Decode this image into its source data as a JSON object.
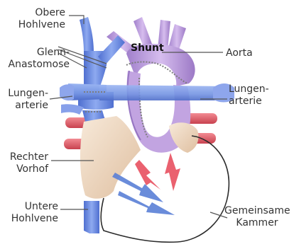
{
  "labels": {
    "obere_hohlvene": [
      "Obere",
      "Hohlvene"
    ],
    "glenn_anastomose": [
      "Glenn-",
      "Anastomose"
    ],
    "lungenarterie_left": [
      "Lungen-",
      "arterie"
    ],
    "rechter_vorhof": [
      "Rechter",
      "Vorhof"
    ],
    "untere_hohlvene": [
      "Untere",
      "Hohlvene"
    ],
    "shunt": "Shunt",
    "aorta": "Aorta",
    "lungenarterie_right": [
      "Lungen-",
      "arterie"
    ],
    "gemeinsame_kammer": [
      "Gemeinsame",
      "Kammer"
    ]
  },
  "colors": {
    "vein_blue": "#6f8fe0",
    "aorta_violet": "#b99ad8",
    "muscle_red": "#e2626d",
    "atrium_tan": "#f1dcc6",
    "heart_outline": "#2b2b2b",
    "leader_line": "#555555",
    "flow_arrow_blue": "#5a7fd6",
    "flow_arrow_red": "#e8505f"
  }
}
